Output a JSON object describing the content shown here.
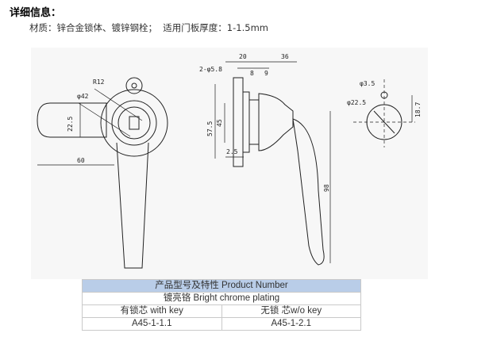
{
  "heading": "详细信息：",
  "spec_line": "材质：锌合金锁体、镀锌钢栓；  适用门板厚度：1-1.5mm",
  "drawing": {
    "dims": {
      "r12": "R12",
      "phi42": "φ42",
      "d22_5_vert": "22.5",
      "d60": "60",
      "d2phi5_8": "2-φ5.8",
      "d20": "20",
      "d36": "36",
      "d8": "8",
      "d9": "9",
      "d57_5": "57.5",
      "d45": "45",
      "d2_5": "2.5",
      "d98": "98",
      "phi3_5": "φ3.5",
      "phi22_5": "φ22.5",
      "d18_7": "18.7"
    }
  },
  "table": {
    "title": "产品型号及特性 Product Number",
    "finish": "镀亮铬 Bright chrome plating",
    "col_with_key": "有锁芯 with key",
    "col_without_key": "无锁 芯w/o key",
    "model_with_key": "A45-1-1.1",
    "model_without_key": "A45-1-2.1"
  },
  "colors": {
    "table_header_bg": "#b9cde8",
    "border": "#c9c9c9",
    "drawing_bg": "#f7f7f7"
  }
}
